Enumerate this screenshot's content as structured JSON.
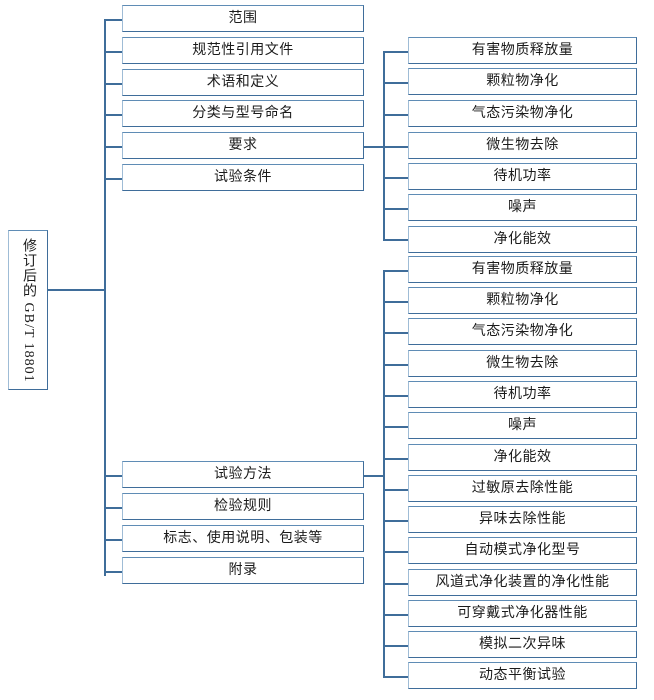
{
  "diagram": {
    "title_node": "修订后的 GB/T 18801",
    "type": "tree-diagram",
    "accent_color": "#3f6d9a",
    "text_color": "#1b1b1b",
    "background_color": "#ffffff",
    "level1": [
      {
        "label": "范围"
      },
      {
        "label": "规范性引用文件"
      },
      {
        "label": "术语和定义"
      },
      {
        "label": "分类与型号命名"
      },
      {
        "label": "要求"
      },
      {
        "label": "试验条件"
      },
      {
        "label": "试验方法"
      },
      {
        "label": "检验规则"
      },
      {
        "label": "标志、使用说明、包装等"
      },
      {
        "label": "附录"
      }
    ],
    "requirements_children": [
      {
        "label": "有害物质释放量"
      },
      {
        "label": "颗粒物净化"
      },
      {
        "label": "气态污染物净化"
      },
      {
        "label": "微生物去除"
      },
      {
        "label": "待机功率"
      },
      {
        "label": "噪声"
      },
      {
        "label": "净化能效"
      }
    ],
    "test_method_children": [
      {
        "label": "有害物质释放量"
      },
      {
        "label": "颗粒物净化"
      },
      {
        "label": "气态污染物净化"
      },
      {
        "label": "微生物去除"
      },
      {
        "label": "待机功率"
      },
      {
        "label": "噪声"
      },
      {
        "label": "净化能效"
      },
      {
        "label": "过敏原去除性能"
      },
      {
        "label": "异味去除性能"
      },
      {
        "label": "自动模式净化型号"
      },
      {
        "label": "风道式净化装置的净化性能"
      },
      {
        "label": "可穿戴式净化器性能"
      },
      {
        "label": "模拟二次异味"
      },
      {
        "label": "动态平衡试验"
      }
    ]
  }
}
